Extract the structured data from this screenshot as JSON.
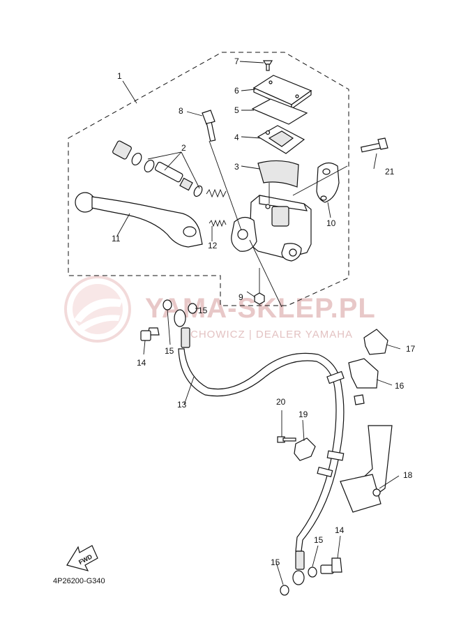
{
  "diagram": {
    "part_code": "4P26200-G340",
    "fwd_label": "FWD",
    "watermark": {
      "title": "YAMA-SKLEP.PL",
      "subtitle": "SCHOWICZ | DEALER YAMAHA"
    },
    "callouts": [
      {
        "id": "c1",
        "label": "1"
      },
      {
        "id": "c2",
        "label": "2"
      },
      {
        "id": "c3",
        "label": "3"
      },
      {
        "id": "c4",
        "label": "4"
      },
      {
        "id": "c5",
        "label": "5"
      },
      {
        "id": "c6",
        "label": "6"
      },
      {
        "id": "c7",
        "label": "7"
      },
      {
        "id": "c8",
        "label": "8"
      },
      {
        "id": "c9",
        "label": "9"
      },
      {
        "id": "c10",
        "label": "10"
      },
      {
        "id": "c11",
        "label": "11"
      },
      {
        "id": "c12",
        "label": "12"
      },
      {
        "id": "c13",
        "label": "13"
      },
      {
        "id": "c14a",
        "label": "14"
      },
      {
        "id": "c14b",
        "label": "14"
      },
      {
        "id": "c15a",
        "label": "15"
      },
      {
        "id": "c15b",
        "label": "15"
      },
      {
        "id": "c15c",
        "label": "15"
      },
      {
        "id": "c15d",
        "label": "15"
      },
      {
        "id": "c16",
        "label": "16"
      },
      {
        "id": "c17",
        "label": "17"
      },
      {
        "id": "c18",
        "label": "18"
      },
      {
        "id": "c19",
        "label": "19"
      },
      {
        "id": "c20",
        "label": "20"
      },
      {
        "id": "c21",
        "label": "21"
      }
    ]
  }
}
